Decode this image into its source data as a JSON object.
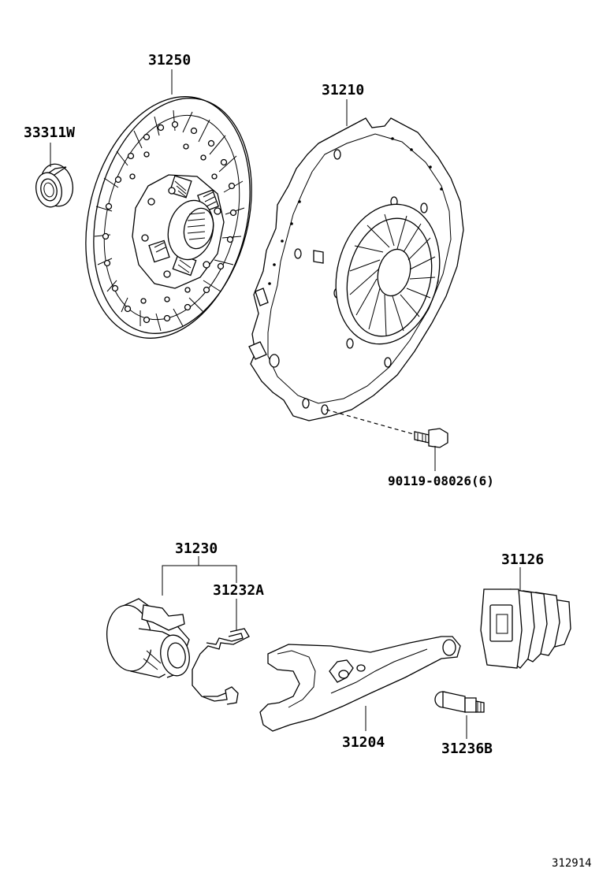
{
  "labels": {
    "p31250": "31250",
    "p31210": "31210",
    "p33311w": "33311W",
    "p90119": "90119-08026(6)",
    "p31230": "31230",
    "p31232a": "31232A",
    "p31126": "31126",
    "p31204": "31204",
    "p31236b": "31236B",
    "ref": "312914"
  }
}
